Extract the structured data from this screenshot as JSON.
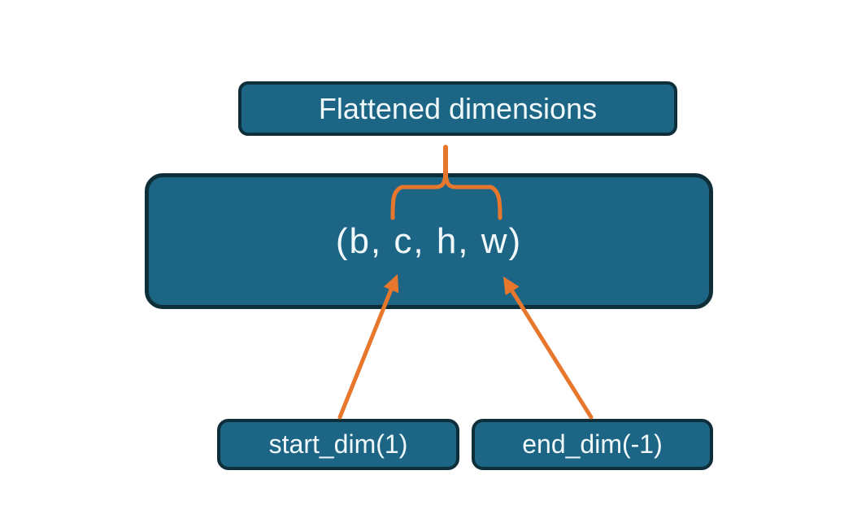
{
  "diagram": {
    "nodes": {
      "flattened": {
        "label": "Flattened dimensions"
      },
      "tensor": {
        "label": "(b, c, h, w)"
      },
      "start_dim": {
        "label": "start_dim(1)"
      },
      "end_dim": {
        "label": "end_dim(-1)"
      }
    },
    "connectors": {
      "brace": "curly-brace-grouping-c-to-w",
      "stem": "stem-from-flattened-dimensions-to-brace",
      "start_arrow": "arrow-start-dim-to-c",
      "end_arrow": "arrow-end-dim-to-w"
    },
    "colors": {
      "node_fill": "#1d6585",
      "node_border": "#0e2f3a",
      "accent_orange": "#e8772e",
      "text": "#f0f8fa",
      "background": "#ffffff"
    }
  }
}
